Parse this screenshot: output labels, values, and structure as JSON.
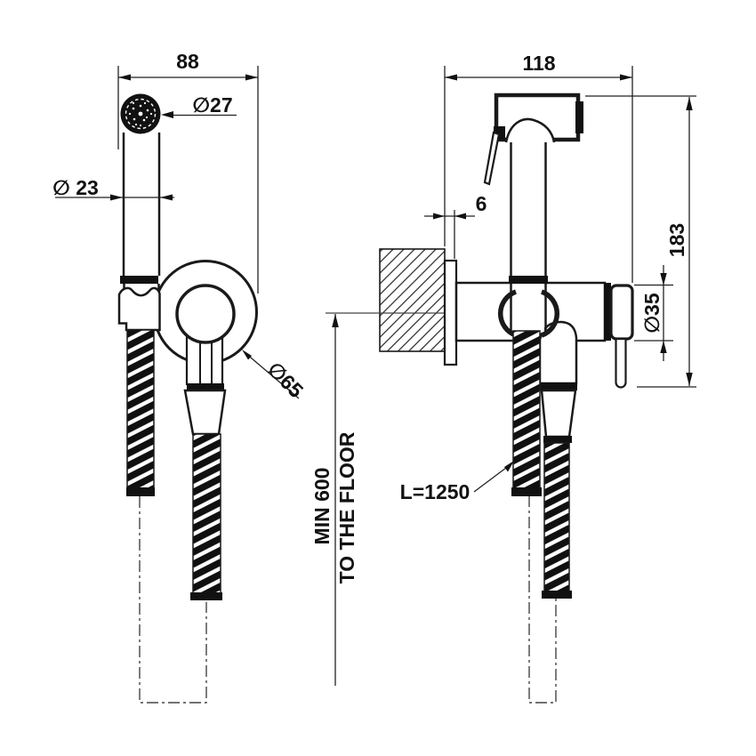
{
  "drawing": {
    "type": "technical-drawing",
    "subject": "wall-mounted bidet hand shower with shut-off valve, two orthographic views",
    "colors": {
      "line": "#1a1a1a",
      "background": "#ffffff"
    },
    "dims": {
      "front_width": "88",
      "head_diameter": "∅27",
      "handle_diameter": "∅ 23",
      "bracket_diameter": "∅65",
      "side_depth": "118",
      "wall_gap": "6",
      "side_height": "183",
      "valve_diameter": "∅35",
      "hose_length": "L=1250",
      "floor_min_line1": "MIN 600",
      "floor_min_line2": "TO THE FLOOR"
    }
  }
}
